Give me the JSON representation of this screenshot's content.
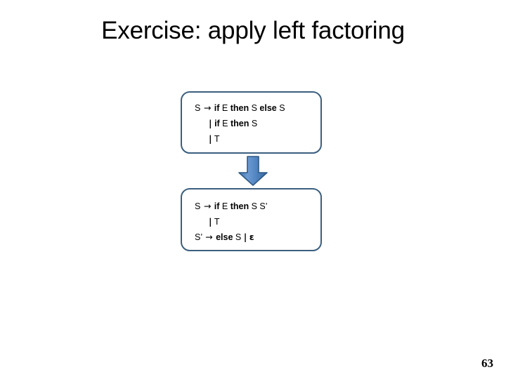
{
  "slide": {
    "title": "Exercise: apply left factoring",
    "page_number": "63",
    "background_color": "#ffffff"
  },
  "colors": {
    "box_border": "#3B5F7F",
    "box_fill": "#ffffff",
    "arrow_fill": "#4A7EBB",
    "arrow_fill_light": "#6E9BD2",
    "arrow_stroke": "#2E5984",
    "text": "#000000"
  },
  "boxes": [
    {
      "id": "box-before",
      "caption": "original-grammar",
      "lines": [
        {
          "indent": 0,
          "segments": [
            {
              "text": "S ",
              "bold": false
            },
            {
              "text": "→",
              "bold": false,
              "kind": "arrow"
            },
            {
              "text": " ",
              "bold": false
            },
            {
              "text": "if",
              "bold": true
            },
            {
              "text": " E ",
              "bold": false
            },
            {
              "text": "then",
              "bold": true
            },
            {
              "text": " S ",
              "bold": false
            },
            {
              "text": "else",
              "bold": true
            },
            {
              "text": " S",
              "bold": false
            }
          ],
          "plain": "S → if E then S else S"
        },
        {
          "indent": 1,
          "segments": [
            {
              "text": "|",
              "bold": true,
              "kind": "bar"
            },
            {
              "text": " ",
              "bold": false
            },
            {
              "text": "if",
              "bold": true
            },
            {
              "text": " E ",
              "bold": false
            },
            {
              "text": "then",
              "bold": true
            },
            {
              "text": " S",
              "bold": false
            }
          ],
          "plain": "| if E then S"
        },
        {
          "indent": 1,
          "segments": [
            {
              "text": "|",
              "bold": true,
              "kind": "bar"
            },
            {
              "text": " T",
              "bold": false
            }
          ],
          "plain": "| T"
        }
      ]
    },
    {
      "id": "box-after",
      "caption": "left-factored-grammar",
      "lines": [
        {
          "indent": 0,
          "segments": [
            {
              "text": "S ",
              "bold": false
            },
            {
              "text": "→",
              "bold": false,
              "kind": "arrow"
            },
            {
              "text": " ",
              "bold": false
            },
            {
              "text": "if",
              "bold": true
            },
            {
              "text": " E ",
              "bold": false
            },
            {
              "text": "then",
              "bold": true
            },
            {
              "text": " S S’",
              "bold": false
            }
          ],
          "plain": "S → if E then S S’"
        },
        {
          "indent": 1,
          "segments": [
            {
              "text": "|",
              "bold": true,
              "kind": "bar"
            },
            {
              "text": " T",
              "bold": false
            }
          ],
          "plain": "| T"
        },
        {
          "indent": 0,
          "segments": [
            {
              "text": "S’ ",
              "bold": false
            },
            {
              "text": "→",
              "bold": false,
              "kind": "arrow"
            },
            {
              "text": " ",
              "bold": false
            },
            {
              "text": "else",
              "bold": true
            },
            {
              "text": " S ",
              "bold": false
            },
            {
              "text": "|",
              "bold": true,
              "kind": "bar"
            },
            {
              "text": " ",
              "bold": false
            },
            {
              "text": "ε",
              "bold": true,
              "kind": "eps"
            }
          ],
          "plain": "S’ → else S | ε"
        }
      ]
    }
  ],
  "arrow": {
    "name": "down-block-arrow",
    "direction": "down"
  }
}
